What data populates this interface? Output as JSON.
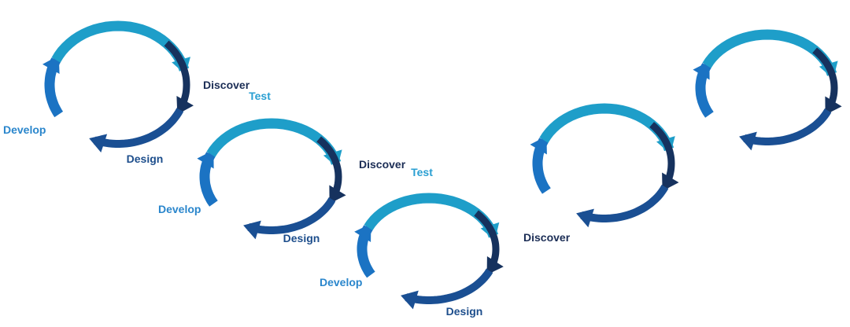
{
  "cycles": [
    {
      "test": "Test",
      "discover": "Discover",
      "design": "Design",
      "develop": "Develop"
    },
    {
      "test": "Test",
      "discover": "Discover",
      "design": "Design",
      "develop": "Develop"
    },
    {
      "test": "Test",
      "discover": "Discover",
      "design": "Design",
      "develop": "Develop"
    },
    {
      "test": "",
      "discover": "",
      "design": "",
      "develop": ""
    },
    {
      "test": "",
      "discover": "",
      "design": "",
      "develop": ""
    }
  ],
  "colors": {
    "test": "#1e9ec9",
    "discover": "#16325e",
    "design": "#1a4f93",
    "develop": "#1b73c3",
    "label_test": "#2a9fd2",
    "label_discover": "#1b2d55",
    "label_design": "#1d4e8c",
    "label_develop": "#2a86cc"
  }
}
